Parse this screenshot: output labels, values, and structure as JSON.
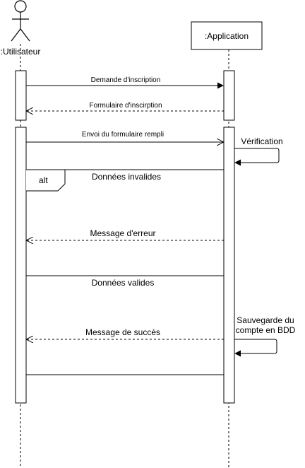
{
  "actors": {
    "user": {
      "label": ":Utilisateur"
    },
    "app": {
      "label": ":Application"
    }
  },
  "fragment": {
    "operator": "alt",
    "guards": [
      "Données invalides",
      "Données valides"
    ]
  },
  "messages": {
    "demande": "Demande d'inscription",
    "formulaire": "Formulaire d'inscirption",
    "envoi": "Envoi du formulaire rempli",
    "verification": "Vérification",
    "erreur": "Message d'erreur",
    "sauvegarde_l1": "Sauvegarde du",
    "sauvegarde_l2": "compte en BDD",
    "succes": "Message de succès"
  }
}
